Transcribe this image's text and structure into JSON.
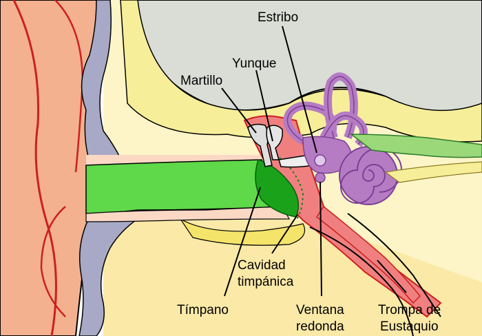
{
  "labels": {
    "estribo": "Estribo",
    "yunque": "Yunque",
    "martillo": "Martillo",
    "cavidad_1": "Cavidad",
    "cavidad_2": "timpánica",
    "timpano": "Tímpano",
    "ventana_1": "Ventana",
    "ventana_2": "redonda",
    "trompa_1": "Trompa de",
    "trompa_2": "Eustaquio"
  },
  "colors": {
    "skin": "#f3b18f",
    "skin_dark": "#e0876a",
    "skin_light": "#fbd8c4",
    "bone_gray": "#c8d4c8",
    "yellow": "#f8f0a0",
    "yellow_dark": "#f0e070",
    "canal_green": "#5fd84a",
    "eardrum_green": "#1aa31a",
    "cartilage_blue": "#a7a9c6",
    "cochlea_purple": "#b57cc4",
    "cochlea_outline": "#7d3f95",
    "nerve_green": "#9bd87a",
    "tube_red": "#f08080",
    "outline_red": "#cc1f1f",
    "line": "#000000"
  }
}
